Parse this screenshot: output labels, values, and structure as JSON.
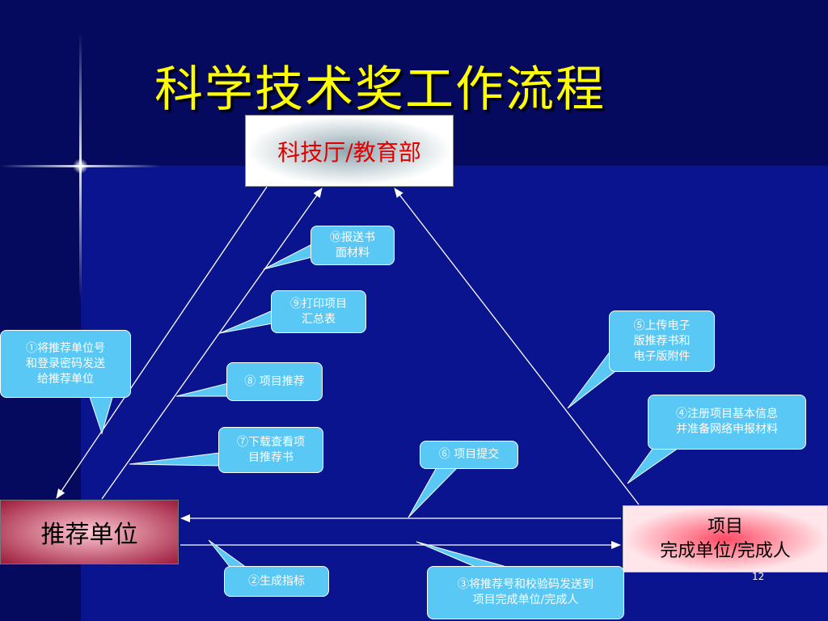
{
  "slide": {
    "title": "科学技术奖工作流程",
    "page_number": "12"
  },
  "nodes": {
    "top": "科技厅/教育部",
    "left": "推荐单位",
    "right_line1": "项目",
    "right_line2": "完成单位/完成人"
  },
  "callouts": {
    "c1": [
      "①将推荐单位号",
      "和登录密码发送",
      "给推荐单位"
    ],
    "c2": [
      "②生成指标"
    ],
    "c3": [
      "③将推荐号和校验码发送到",
      "项目完成单位/完成人"
    ],
    "c4": [
      "④注册项目基本信息",
      "并准备网络申报材料"
    ],
    "c5": [
      "⑤上传电子",
      "版推荐书和",
      "电子版附件"
    ],
    "c6": [
      "⑥ 项目提交"
    ],
    "c7": [
      "⑦下载查看项",
      "目推荐书"
    ],
    "c8": [
      "⑧ 项目推荐"
    ],
    "c9": [
      "⑨打印项目",
      "汇总表"
    ],
    "c10": [
      "⑩报送书",
      "面材料"
    ]
  },
  "colors": {
    "title": "#ffff00",
    "callout_fill": "#59c8f5",
    "line": "#ffffff",
    "top_node_text": "#e00000"
  }
}
